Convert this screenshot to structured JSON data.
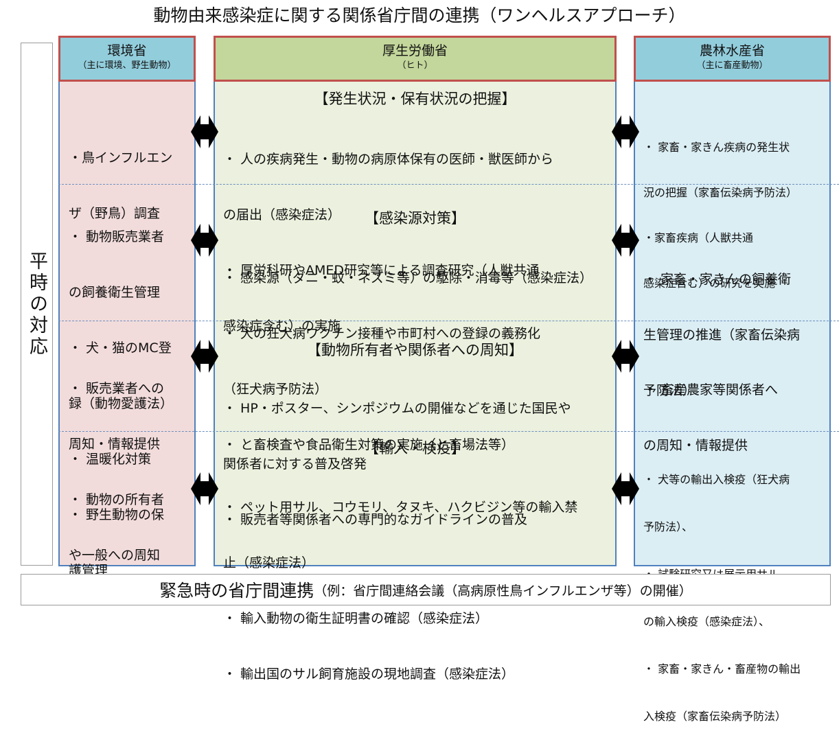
{
  "title": "動物由来感染症に関する関係省庁間の連携（ワンヘルスアプローチ）",
  "side_label": "平時の対応",
  "columns": {
    "env": {
      "name": "環境省",
      "sub": "（主に環境、野生動物）"
    },
    "mhlw": {
      "name": "厚生労働省",
      "sub": "（ヒト）"
    },
    "maff": {
      "name": "農林水産省",
      "sub": "（主に畜産動物）"
    }
  },
  "rows": [
    {
      "env": [
        "・鳥インフルエン",
        "ザ（野鳥）調査"
      ],
      "heading": "【発生状況・保有状況の把握】",
      "mhlw": [
        "・ 人の疾病発生・動物の病原体保有の医師・獣医師から",
        "の届出（感染症法）",
        "・ 厚労科研やAMED研究等による調査研究（人獣共通",
        "感染症含む）の実施"
      ],
      "maff": [
        "・ 家畜・家きん疾病の発生状",
        "況の把握（家畜伝染病予防法）",
        "・家畜疾病（人獣共通",
        "感染症含む）の研究を実施"
      ]
    },
    {
      "env": [
        "・ 動物販売業者",
        "の飼養衛生管理",
        "・ 犬・猫のMC登",
        "録（動物愛護法）",
        "・ 温暖化対策",
        "・ 野生動物の保",
        "護管理"
      ],
      "heading": "【感染源対策】",
      "mhlw": [
        "・ 感染源（ダニ・蚊・ネズミ等）の駆除・消毒等（感染症法）",
        "・ 犬の狂犬病ワクチン接種や市町村への登録の義務化",
        "（狂犬病予防法）",
        "・ と畜検査や食品衛生対策の実施（と畜場法等）"
      ],
      "maff": [
        "・ 家畜・家きんの飼養衛",
        "生管理の推進（家畜伝染病",
        "予防法）"
      ]
    },
    {
      "env": [
        "・ 販売業者への",
        "周知・情報提供",
        "・ 動物の所有者",
        "や一般への周知"
      ],
      "heading": "【動物所有者や関係者への周知】",
      "mhlw": [
        "・ HP・ポスター、シンポジウムの開催などを通じた国民や",
        "関係者に対する普及啓発",
        "・ 販売者等関係者への専門的なガイドラインの普及"
      ],
      "maff": [
        "・ 畜産農家等関係者へ",
        "の周知・情報提供"
      ]
    },
    {
      "env": [],
      "heading": "【輸入・検疫】",
      "mhlw": [
        "・ ペット用サル、コウモリ、タヌキ、ハクビジン等の輸入禁",
        "止（感染症法）",
        "・ 輸入動物の衛生証明書の確認（感染症法）",
        "・ 輸出国のサル飼育施設の現地調査（感染症法）"
      ],
      "maff": [
        "・ 犬等の輸出入検疫（狂犬病",
        "予防法）、",
        "・ 試験研究又は展示用サル",
        "の輸入検疫（感染症法）、",
        "・ 家畜・家きん・畜産物の輸出",
        "入検疫（家畜伝染病予防法）"
      ]
    }
  ],
  "footer": {
    "main": "緊急時の省庁間連携",
    "sub": "（例：省庁間連絡会議（高病原性鳥インフルエンザ等）の開催）"
  },
  "colors": {
    "header_border": "#c0504d",
    "column_border": "#4f81bd",
    "env_fill": "#f2dcdb",
    "mhlw_fill": "#ebf1de",
    "maff_fill": "#dbeef4",
    "header_blue": "#92cddc",
    "header_green": "#c3d69b"
  },
  "icons": {
    "link_arrow": "double-headed-arrow-icon"
  }
}
